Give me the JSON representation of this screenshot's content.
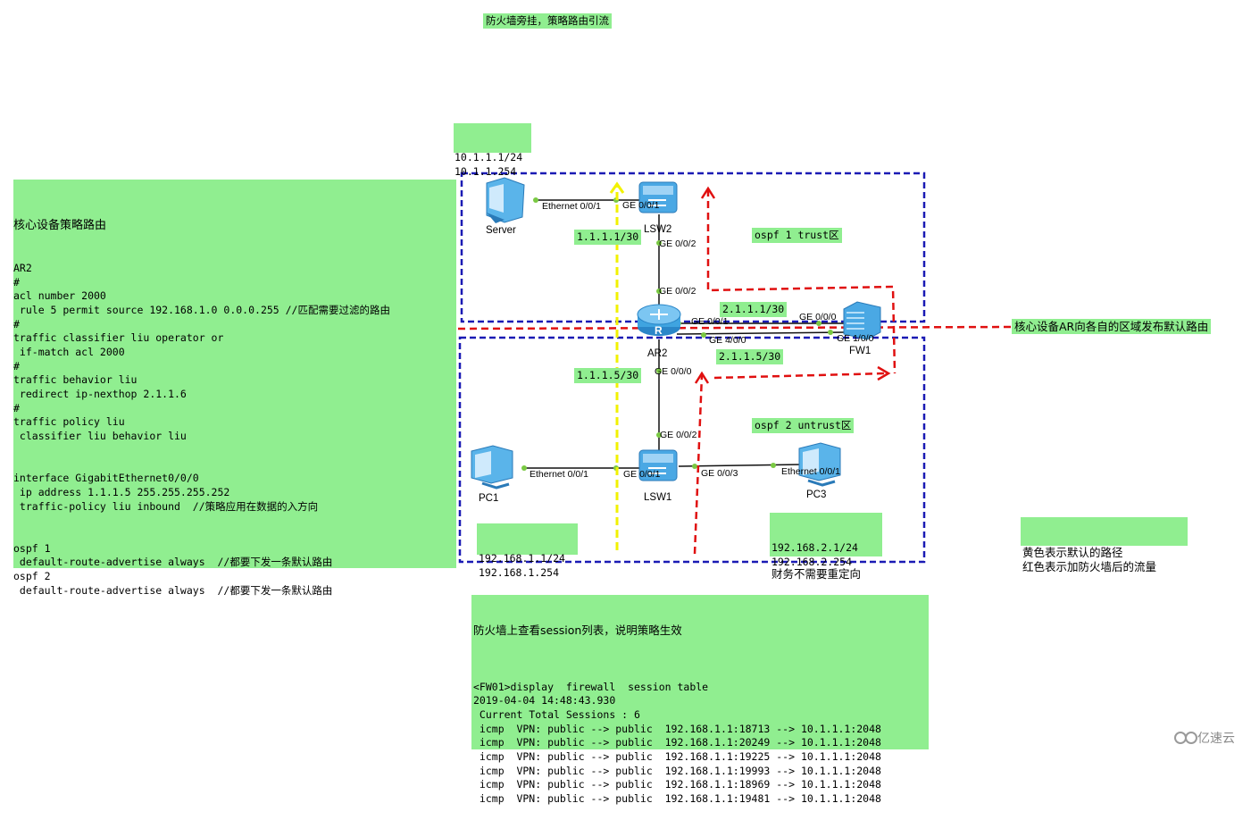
{
  "title": "防火墙旁挂，策略路由引流",
  "server_ip": {
    "line1": "10.1.1.1/24",
    "line2": "10.1.1.254"
  },
  "config": {
    "heading": "核心设备策略路由",
    "lines": [
      "AR2",
      "#",
      "acl number 2000",
      " rule 5 permit source 192.168.1.0 0.0.0.255 //匹配需要过滤的路由",
      "#",
      "traffic classifier liu operator or",
      " if-match acl 2000",
      "#",
      "traffic behavior liu",
      " redirect ip-nexthop 2.1.1.6",
      "#",
      "traffic policy liu",
      " classifier liu behavior liu",
      "",
      "",
      "interface GigabitEthernet0/0/0",
      " ip address 1.1.1.5 255.255.255.252",
      " traffic-policy liu inbound  //策略应用在数据的入方向",
      "",
      "",
      "ospf 1",
      " default-route-advertise always  //都要下发一条默认路由",
      "ospf 2",
      " default-route-advertise always  //都要下发一条默认路由"
    ]
  },
  "devices": {
    "server": "Server",
    "lsw2": "LSW2",
    "ar2": "AR2",
    "fw1": "FW1",
    "lsw1": "LSW1",
    "pc1": "PC1",
    "pc3": "PC3"
  },
  "ports": {
    "server_eth": "Ethernet 0/0/1",
    "lsw2_ge001": "GE 0/0/1",
    "lsw2_ge002": "GE 0/0/2",
    "ar2_ge002": "GE 0/0/2",
    "ar2_ge001": "GE 0/0/1",
    "fw_ge000": "GE 0/0/0",
    "ar2_ge400": "GE 4/0/0",
    "fw_ge100": "GE 1/0/0",
    "ar2_ge000": "GE 0/0/0",
    "lsw1_ge002": "GE 0/0/2",
    "pc1_eth": "Ethernet 0/0/1",
    "lsw1_ge001": "GE 0/0/1",
    "lsw1_ge003": "GE 0/0/3",
    "pc3_eth": "Ethernet 0/0/1"
  },
  "links": {
    "l1": "1.1.1.1/30",
    "l2": "2.1.1.1/30",
    "l3": "2.1.1.5/30",
    "l4": "1.1.1.5/30"
  },
  "areas": {
    "trust": "ospf 1 trust区",
    "untrust": "ospf 2 untrust区"
  },
  "pc1_ip": {
    "line1": "192.168.1.1/24",
    "line2": "192.168.1.254"
  },
  "pc3_ip": {
    "line1": "192.168.2.1/24",
    "line2": "192.168.2.254",
    "line3": "财务不需要重定向"
  },
  "default_route_note": "核心设备AR向各自的区域发布默认路由",
  "legend": {
    "line1": "黄色表示默认的路径",
    "line2": "红色表示加防火墙后的流量"
  },
  "session": {
    "heading": "防火墙上查看session列表，说明策略生效",
    "lines": [
      "",
      "<FW01>display  firewall  session table",
      "2019-04-04 14:48:43.930",
      " Current Total Sessions : 6",
      " icmp  VPN: public --> public  192.168.1.1:18713 --> 10.1.1.1:2048",
      " icmp  VPN: public --> public  192.168.1.1:20249 --> 10.1.1.1:2048",
      " icmp  VPN: public --> public  192.168.1.1:19225 --> 10.1.1.1:2048",
      " icmp  VPN: public --> public  192.168.1.1:19993 --> 10.1.1.1:2048",
      " icmp  VPN: public --> public  192.168.1.1:18969 --> 10.1.1.1:2048",
      " icmp  VPN: public --> public  192.168.1.1:19481 --> 10.1.1.1:2048"
    ]
  },
  "watermark": "亿速云",
  "colors": {
    "note_bg": "#90ee90",
    "zone_border": "#1a1ab4",
    "red_path": "#e01010",
    "yellow_path": "#f2f200",
    "device_blue": "#3fa4e0"
  }
}
